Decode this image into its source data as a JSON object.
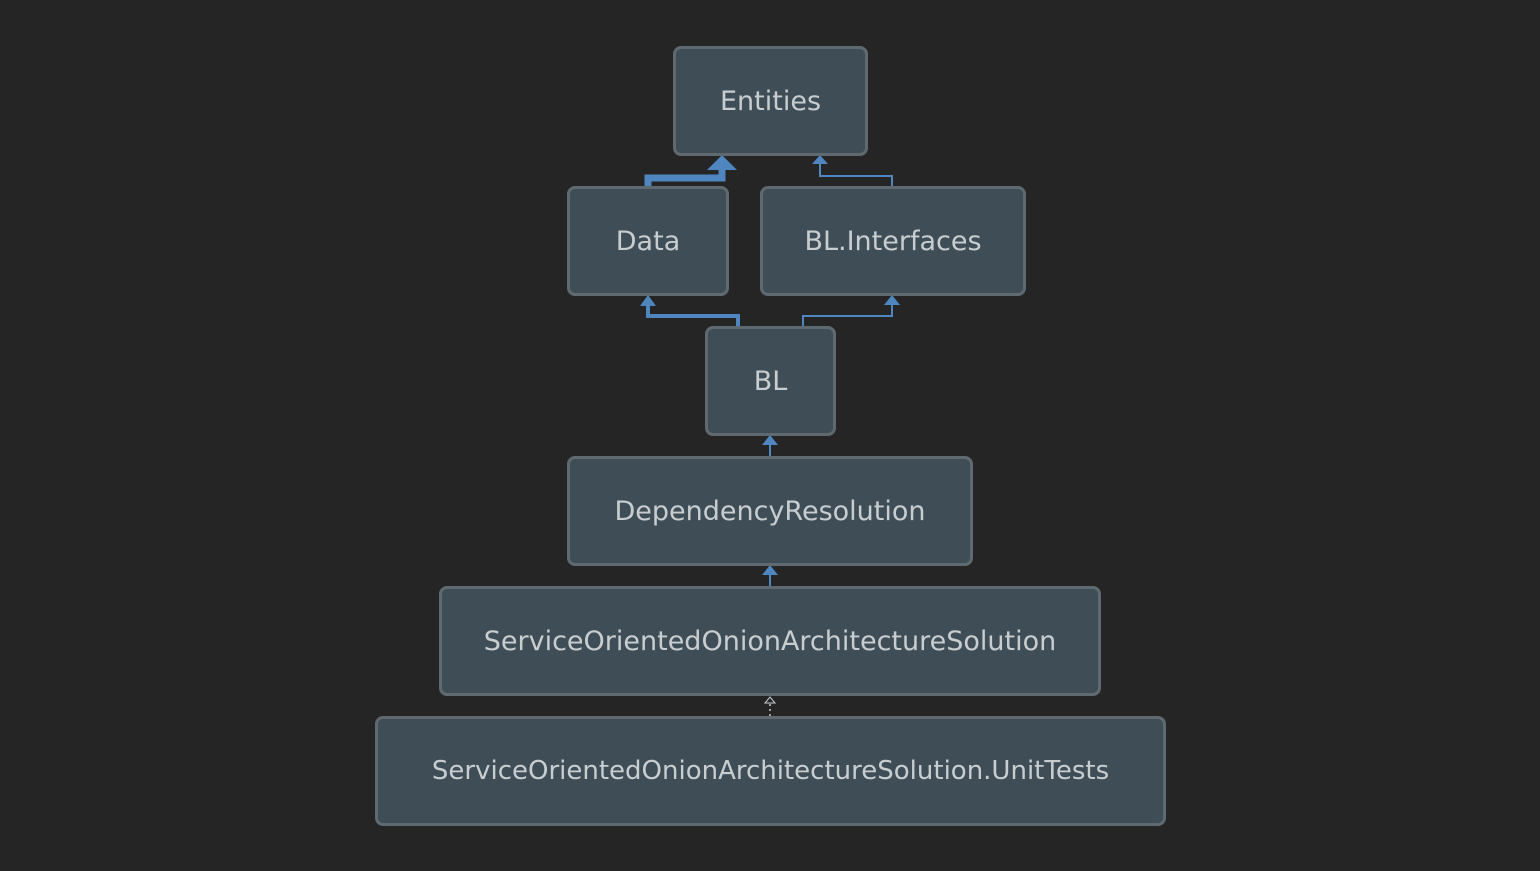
{
  "diagram": {
    "type": "dependency-graph",
    "colors": {
      "background": "#252526",
      "node_fill": "#3f4e56",
      "node_border": "#5f6a70",
      "node_text": "#c8cdd0",
      "edge": "#4f86c0"
    },
    "nodes": {
      "entities": "Entities",
      "data": "Data",
      "bl_interfaces": "BL.Interfaces",
      "bl": "BL",
      "dependency_resolution": "DependencyResolution",
      "solution": "ServiceOrientedOnionArchitectureSolution",
      "unit_tests": "ServiceOrientedOnionArchitectureSolution.UnitTests"
    },
    "edges": [
      {
        "from": "Data",
        "to": "Entities",
        "weight": "heavy"
      },
      {
        "from": "BL.Interfaces",
        "to": "Entities",
        "weight": "light"
      },
      {
        "from": "BL",
        "to": "Data",
        "weight": "medium"
      },
      {
        "from": "BL",
        "to": "BL.Interfaces",
        "weight": "light"
      },
      {
        "from": "DependencyResolution",
        "to": "BL",
        "weight": "light"
      },
      {
        "from": "ServiceOrientedOnionArchitectureSolution",
        "to": "DependencyResolution",
        "weight": "light"
      },
      {
        "from": "ServiceOrientedOnionArchitectureSolution.UnitTests",
        "to": "ServiceOrientedOnionArchitectureSolution",
        "weight": "dotted"
      }
    ]
  }
}
